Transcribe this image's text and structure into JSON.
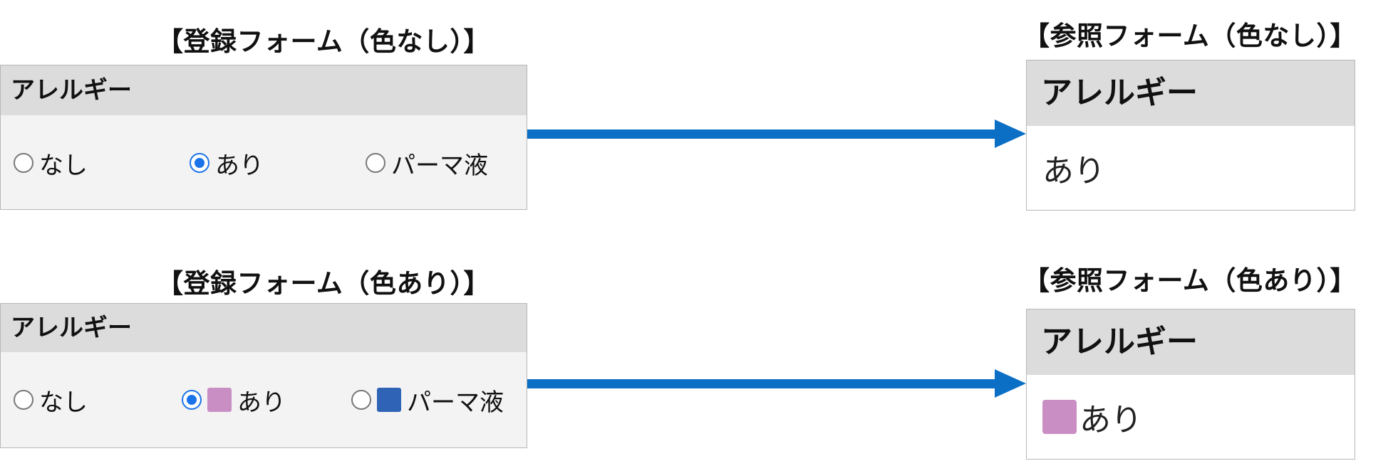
{
  "colors": {
    "arrow": "#0b6fc6",
    "ari_swatch": "#c98fc4",
    "perm_swatch": "#2e63b5",
    "radio_checked": "#1a73e8"
  },
  "rows": [
    {
      "registration": {
        "title": "【登録フォーム（色なし）】",
        "header": "アレルギー",
        "options": [
          {
            "label": "なし",
            "checked": false,
            "swatch": null
          },
          {
            "label": "あり",
            "checked": true,
            "swatch": null
          },
          {
            "label": "パーマ液",
            "checked": false,
            "swatch": null
          }
        ]
      },
      "reference": {
        "title": "【参照フォーム（色なし）】",
        "header": "アレルギー",
        "value": "あり",
        "swatch": null
      }
    },
    {
      "registration": {
        "title": "【登録フォーム（色あり）】",
        "header": "アレルギー",
        "options": [
          {
            "label": "なし",
            "checked": false,
            "swatch": null
          },
          {
            "label": "あり",
            "checked": true,
            "swatch": "#c98fc4"
          },
          {
            "label": "パーマ液",
            "checked": false,
            "swatch": "#2e63b5"
          }
        ]
      },
      "reference": {
        "title": "【参照フォーム（色あり）】",
        "header": "アレルギー",
        "value": "あり",
        "swatch": "#c98fc4"
      }
    }
  ]
}
